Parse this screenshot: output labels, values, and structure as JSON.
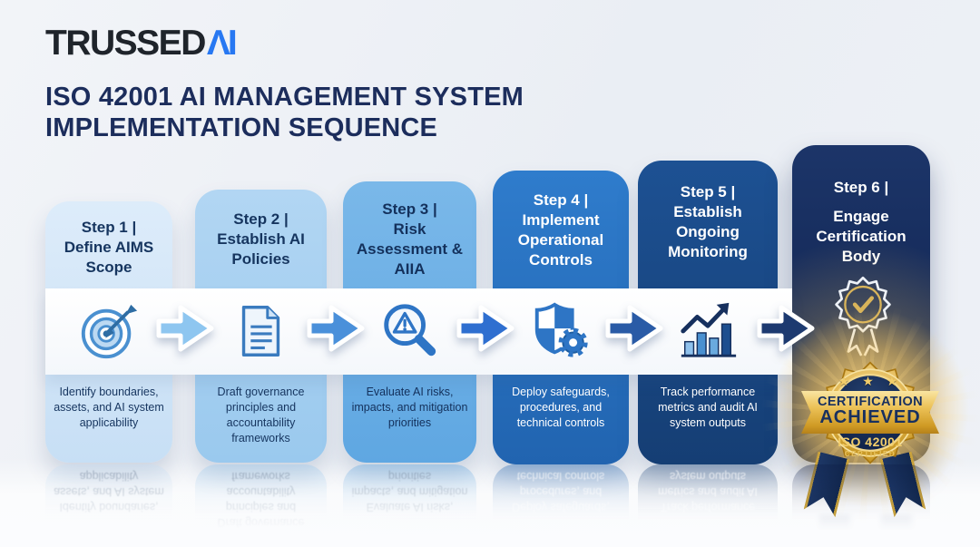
{
  "brand": {
    "text": "TRUSSED",
    "suffix": "ΛI"
  },
  "heading": {
    "line1": "ISO 42001 AI MANAGEMENT SYSTEM",
    "line2": "IMPLEMENTATION SEQUENCE"
  },
  "steps": [
    {
      "label": "Step 1 |",
      "name": "Define AIMS Scope",
      "description": "Identify boundaries, assets, and AI system applicability",
      "icon": "target-icon"
    },
    {
      "label": "Step 2 |",
      "name": "Establish AI Policies",
      "description": "Draft governance principles and accountability frameworks",
      "icon": "document-icon"
    },
    {
      "label": "Step 3 |",
      "name": "Risk Assessment & AIIA",
      "description": "Evaluate AI risks, impacts, and mitigation priorities",
      "icon": "risk-magnifier-icon"
    },
    {
      "label": "Step 4 |",
      "name": "Implement Operational Controls",
      "description": "Deploy safeguards, procedures, and technical controls",
      "icon": "shield-gear-icon"
    },
    {
      "label": "Step 5 |",
      "name": "Establish Ongoing Monitoring",
      "description": "Track performance metrics and audit AI system outputs",
      "icon": "chart-growth-icon"
    },
    {
      "label": "Step 6 |",
      "name": "Engage Certification Body",
      "icon": "rosette-check-icon"
    }
  ],
  "badge": {
    "stars": "★ ★ ★",
    "line1": "CERTIFICATION",
    "line2": "ACHIEVED",
    "standard": "ISO 42001",
    "certified": "CERTIFIED"
  },
  "colors": {
    "card_fills": [
      "#d3e6f8",
      "#a9d2f0",
      "#6fb0e2",
      "#2b74c4",
      "#1a4a88",
      "#152a5c"
    ],
    "arrow_fills": [
      "#8ec6f0",
      "#4a90da",
      "#2f6fd0",
      "#2a5ba6",
      "#1d3a70"
    ],
    "gold": "#d9a93c",
    "heading_navy": "#1c2d5c"
  }
}
